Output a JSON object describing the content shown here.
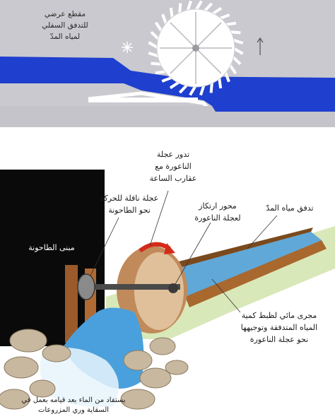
{
  "top_diagram": {
    "title_lines": [
      "مقطع عرضي",
      "للتدفق السفلي",
      "لمياه المدّ"
    ]
  },
  "bottom_diagram": {
    "labels": {
      "wheel_rotation": [
        "تدور عجلة",
        "الناعورة مع",
        "عقارب الساعة"
      ],
      "transfer_wheel": [
        "عجلة ناقلة للحركة",
        "نحو الطاحونة"
      ],
      "pivot_axis": [
        "محور ارتكاز",
        "لعجلة الناعورة"
      ],
      "tide_flow": [
        "تدفق مياه المدّ"
      ],
      "mill_building": [
        "مبنى الطاحونة"
      ],
      "channel": [
        "مجرى مائي لظبط كمية",
        "المياه المتدفقة وتوجيهها",
        "نحو عجلة الناعورة"
      ],
      "reuse_water": [
        "يستفاد من الماء بعد قيامه بعمل في",
        "السقاية وري المزروعات"
      ]
    }
  },
  "colors": {
    "water_blue": "#1f3fcf",
    "wall_gray": "#c8c8ce",
    "wood_brown": "#9a5a2a",
    "arrow_red": "#d42a1a",
    "building_black": "#0a0a0a"
  }
}
